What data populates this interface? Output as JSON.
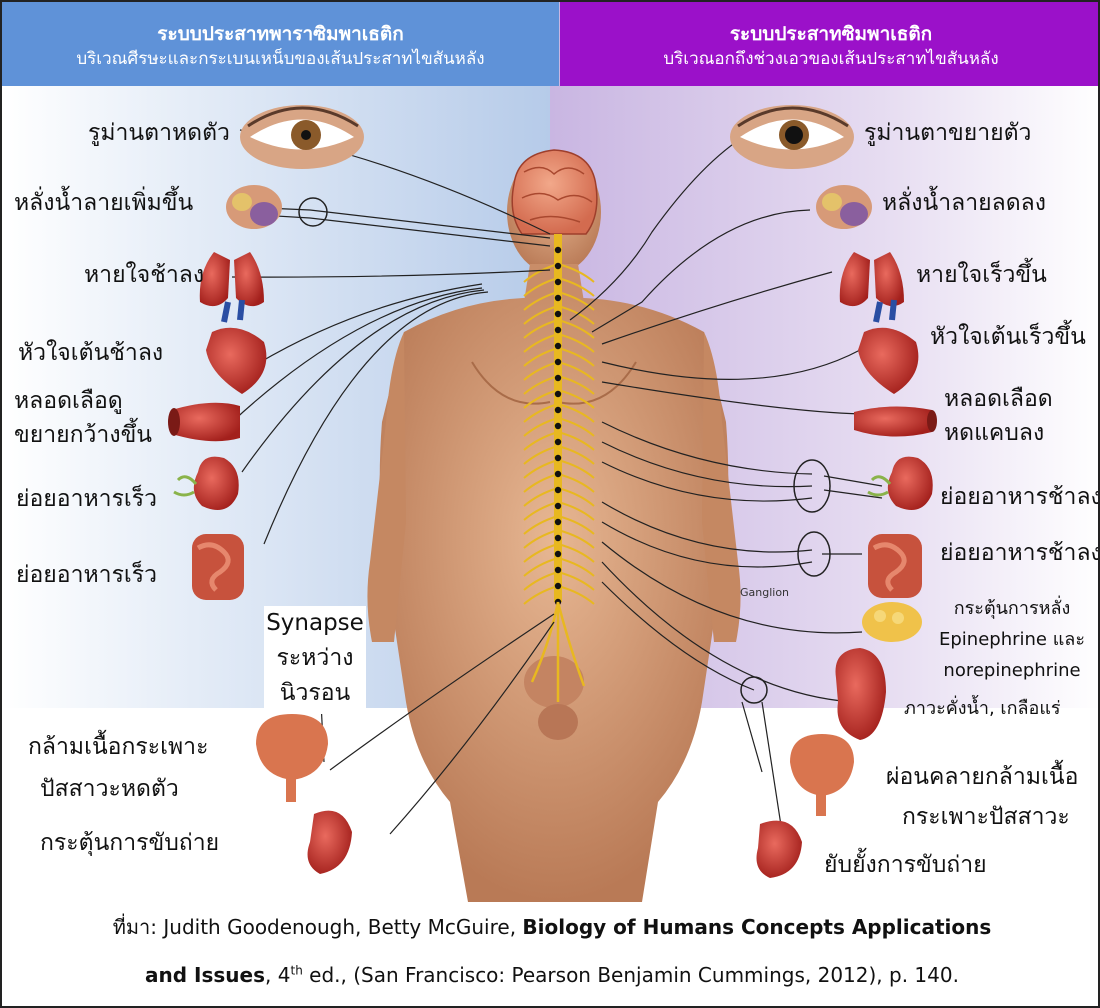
{
  "header_left": {
    "title": "ระบบประสาทพาราซิมพาเธติก",
    "subtitle": "บริเวณศีรษะและกระเบนเหน็บของเส้นประสาทไขสันหลัง"
  },
  "header_right": {
    "title": "ระบบประสาทซิมพาเธติก",
    "subtitle": "บริเวณอกถึงช่วงเอวของเส้นประสาทไขสันหลัง"
  },
  "left_labels": {
    "pupil": "รูม่านตาหดตัว",
    "saliva": "หลั่งน้ำลายเพิ่มขึ้น",
    "breath": "หายใจช้าลง",
    "heart": "หัวใจเต้นช้าลง",
    "vessel_1": "หลอดเลือดู",
    "vessel_2": "ขยายกว้างขึ้น",
    "digest_stomach": "ย่อยอาหารเร็ว",
    "digest_intestine": "ย่อยอาหารเร็ว",
    "bladder_1": "กล้ามเนื้อกระเพาะ",
    "bladder_2": "ปัสสาวะหดตัว",
    "defecate": "กระตุ้นการขับถ่าย"
  },
  "right_labels": {
    "pupil": "รูม่านตาขยายตัว",
    "saliva": "หลั่งน้ำลายลดลง",
    "breath": "หายใจเร็วขึ้น",
    "heart": "หัวใจเต้นเร็วขึ้น",
    "vessel_1": "หลอดเลือด",
    "vessel_2": "หดแคบลง",
    "digest_stomach": "ย่อยอาหารช้าลง",
    "digest_intestine": "ย่อยอาหารช้าลง",
    "adrenal_1": "กระตุ้นการหลั่ง",
    "adrenal_2": "Epinephrine และ",
    "adrenal_3": "norepinephrine",
    "kidney": "ภาวะคั่งน้ำ, เกลือแร่",
    "bladder_1": "ผ่อนคลายกล้ามเนื้อ",
    "bladder_2": "กระเพาะปัสสาวะ",
    "defecate": "ยับยั้งการขับถ่าย"
  },
  "synapse": {
    "line1": "Synapse",
    "line2": "ระหว่าง",
    "line3": "นิวรอน"
  },
  "ganglion_label": "Ganglion",
  "citation": {
    "prefix": "ที่มา: Judith Goodenough, Betty McGuire, ",
    "book_1": "Biology of Humans Concepts Applications",
    "book_2": "and Issues",
    "edition_num": ", 4",
    "edition_sup": "th",
    "suffix": " ed., (San Francisco: Pearson Benjamin Cummings, 2012), p. 140."
  },
  "colors": {
    "header_left": "#5f92d8",
    "header_right": "#9b11c9",
    "nerve": "#e8b820",
    "skin": "#d9a07e"
  }
}
